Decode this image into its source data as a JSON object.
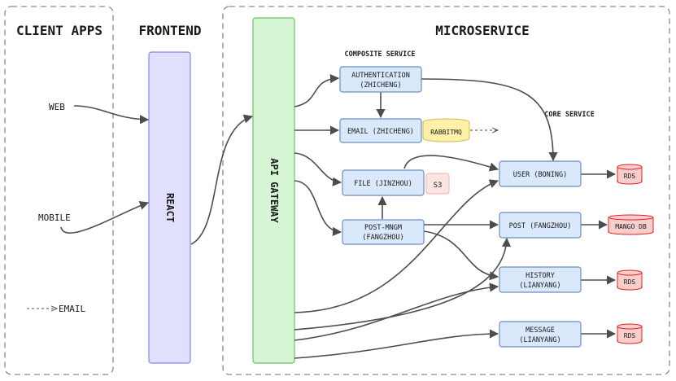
{
  "sections": {
    "client_apps": "CLIENT APPS",
    "frontend": "FRONTEND",
    "microservice": "MICROSERVICE"
  },
  "subsections": {
    "composite": "COMPOSITE SERVICE",
    "core": "CORE SERVICE"
  },
  "clients": {
    "web": "WEB",
    "mobile": "MOBILE"
  },
  "legend": {
    "email": "EMAIL"
  },
  "frontend_box": {
    "label": "REACT",
    "fill": "#e1e0fc",
    "stroke": "#8c83e8"
  },
  "gateway": {
    "label": "API GATEWAY",
    "fill": "#d5f5d5",
    "stroke": "#6ac26a"
  },
  "composite_services": {
    "auth": [
      "AUTHENTICATION",
      "(ZHICHENG)"
    ],
    "email": [
      "EMAIL (ZHICHENG)"
    ],
    "file": [
      "FILE (JINZHOU)"
    ],
    "post_mngm": [
      "POST-MNGM",
      "(FANGZHOU)"
    ]
  },
  "core_services": {
    "user": [
      "USER (BONING)"
    ],
    "post": [
      "POST (FANGZHOU)"
    ],
    "history": [
      "HISTORY",
      "(LIANYANG)"
    ],
    "message": [
      "MESSAGE",
      "(LIANYANG)"
    ]
  },
  "stores": {
    "rabbitmq": "RABBITMQ",
    "s3": "S3",
    "rds_user": "RDS",
    "mango": "MANGO DB",
    "rds_history": "RDS",
    "rds_message": "RDS"
  },
  "colors": {
    "service_fill": "#dae8fc",
    "service_stroke": "#6c8ebf",
    "db_red": "#f8cecc",
    "db_red_stroke": "#e02020",
    "queue_yellow": "#fff2a8"
  }
}
